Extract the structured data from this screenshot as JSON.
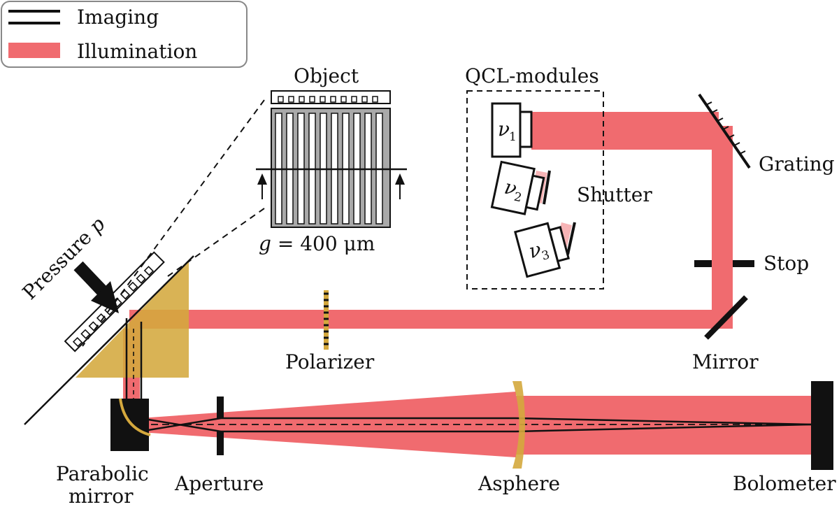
{
  "colors": {
    "illumination": "#f06b6f",
    "illumination_light": "#f7b4b6",
    "prism": "#d4a83d",
    "ink": "#111111",
    "frame": "#888888"
  },
  "legend": {
    "imaging": "Imaging",
    "illumination": "Illumination"
  },
  "labels": {
    "object": "Object",
    "qcl_modules": "QCL-modules",
    "grating": "Grating",
    "shutter": "Shutter",
    "stop": "Stop",
    "mirror": "Mirror",
    "polarizer": "Polarizer",
    "parabolic_line1": "Parabolic",
    "parabolic_line2": "mirror",
    "aperture": "Aperture",
    "asphere": "Asphere",
    "bolometer": "Bolometer",
    "pressure_prefix": "Pressure ",
    "pressure_symbol": "p",
    "gap_symbol": "g",
    "gap_value": " = 400 μm",
    "nu": "ν",
    "nu1_index": "1",
    "nu2_index": "2",
    "nu3_index": "3"
  },
  "icons": {
    "pressure_arrow": "arrow-down-right-icon",
    "cut_arrow": "arrow-up-icon"
  }
}
